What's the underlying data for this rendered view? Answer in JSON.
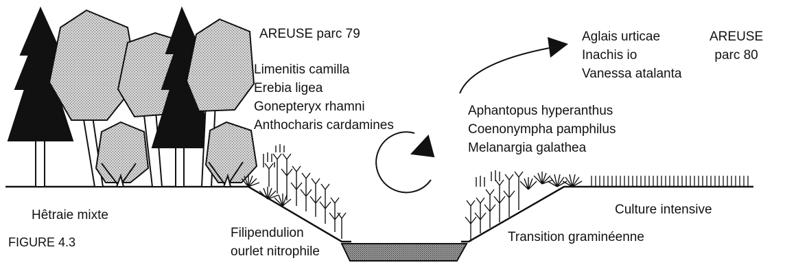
{
  "site_left": "AREUSE parc 79",
  "site_right": {
    "line1": "AREUSE",
    "line2": "parc 80"
  },
  "species_forest": [
    "Limenitis camilla",
    "Erebia ligea",
    "Gonepteryx rhamni",
    "Anthocharis cardamines"
  ],
  "species_migrants": [
    "Aglais urticae",
    "Inachis io",
    "Vanessa atalanta"
  ],
  "species_grassland": [
    "Aphantopus hyperanthus",
    "Coenonympha pamphilus",
    "Melanargia galathea"
  ],
  "zones": {
    "forest": "Hêtraie mixte",
    "culture": "Culture intensive",
    "transition": "Transition graminéenne",
    "filipendulion_1": "Filipendulion",
    "filipendulion_2": "ourlet nitrophile"
  },
  "figure_label": "FIGURE 4.3",
  "colors": {
    "ink": "#111111",
    "stipple": "#bdbdbd",
    "water": "#8e8e8e",
    "paper": "#ffffff"
  }
}
